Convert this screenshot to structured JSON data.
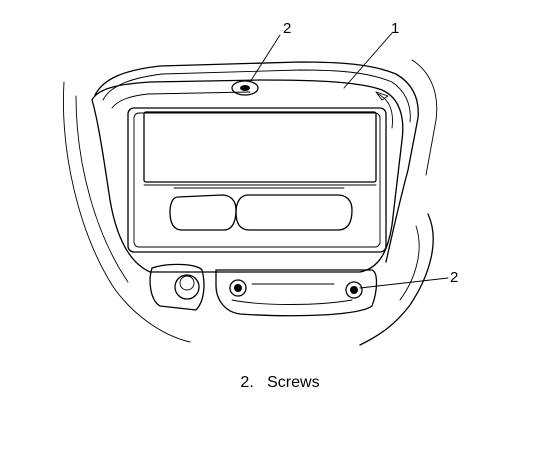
{
  "callouts": {
    "top_screw": "2",
    "bezel": "1",
    "right_screw": "2"
  },
  "caption": {
    "number": "2.",
    "text": "Screws"
  }
}
